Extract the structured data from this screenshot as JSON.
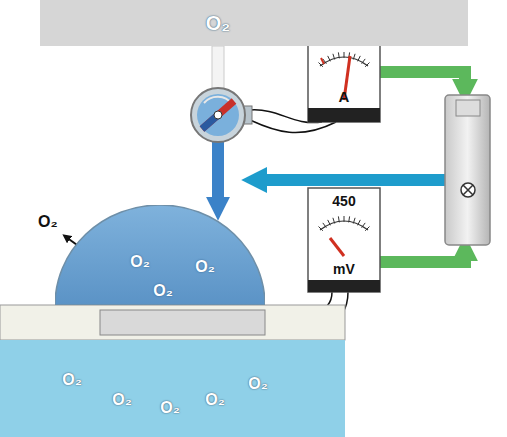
{
  "diagram": {
    "nodes": [
      {
        "text": [
          "O₂"
        ]
      },
      {
        "text": [
          "A"
        ]
      },
      {
        "text": [
          "450",
          "mV"
        ]
      },
      {
        "text": [
          "O₂",
          "O₂",
          "O₂"
        ]
      },
      {
        "text": [
          "O₂",
          "O₂",
          "O₂",
          "O₂",
          "O₂"
        ]
      }
    ],
    "edges": [
      {
        "from": 0,
        "to": 3,
        "arrow": "to"
      }
    ],
    "labels": [
      "O₂"
    ]
  }
}
